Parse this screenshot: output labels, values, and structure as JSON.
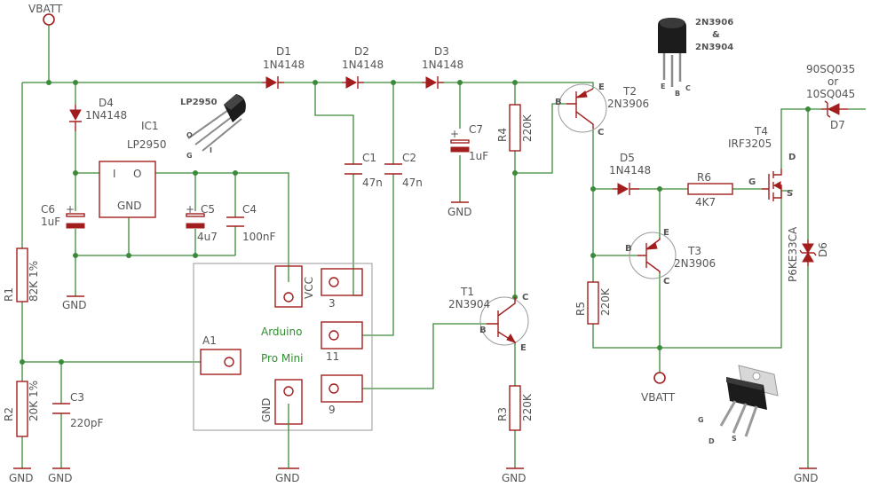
{
  "power": {
    "vbatt": "VBATT",
    "gnd": "GND"
  },
  "diodes": {
    "d1": {
      "ref": "D1",
      "val": "1N4148"
    },
    "d2": {
      "ref": "D2",
      "val": "1N4148"
    },
    "d3": {
      "ref": "D3",
      "val": "1N4148"
    },
    "d4": {
      "ref": "D4",
      "val": "1N4148"
    },
    "d5": {
      "ref": "D5",
      "val": "1N4148"
    },
    "d6": {
      "ref": "D6",
      "val": "P6KE33CA"
    },
    "d7": {
      "ref": "D7",
      "val1": "90SQ035",
      "val2": "or",
      "val3": "10SQ045"
    }
  },
  "ic1": {
    "ref": "IC1",
    "val": "LP2950",
    "pin_in": "I",
    "pin_out": "O",
    "pin_gnd": "GND"
  },
  "caps": {
    "c1": {
      "ref": "C1",
      "val": "47n"
    },
    "c2": {
      "ref": "C2",
      "val": "47n"
    },
    "c3": {
      "ref": "C3",
      "val": "220pF"
    },
    "c4": {
      "ref": "C4",
      "val": "100nF"
    },
    "c5": {
      "ref": "C5",
      "val": "4u7"
    },
    "c6": {
      "ref": "C6",
      "val": "1uF"
    },
    "c7": {
      "ref": "C7",
      "val": "1uF"
    }
  },
  "resistors": {
    "r1": {
      "ref": "R1",
      "val": "82K 1%"
    },
    "r2": {
      "ref": "R2",
      "val": "20K 1%"
    },
    "r3": {
      "ref": "R3",
      "val": "220K"
    },
    "r4": {
      "ref": "R4",
      "val": "220K"
    },
    "r5": {
      "ref": "R5",
      "val": "220K"
    },
    "r6": {
      "ref": "R6",
      "val": "4K7"
    }
  },
  "transistors": {
    "t1": {
      "ref": "T1",
      "val": "2N3904"
    },
    "t2": {
      "ref": "T2",
      "val": "2N3906"
    },
    "t3": {
      "ref": "T3",
      "val": "2N3906"
    },
    "t4": {
      "ref": "T4",
      "val": "IRF3205"
    },
    "pin_b": "B",
    "pin_c": "C",
    "pin_e": "E",
    "pin_g": "G",
    "pin_d": "D",
    "pin_s": "S"
  },
  "arduino": {
    "name": "Arduino",
    "name2": "Pro Mini",
    "pin_a1": "A1",
    "pin_vcc": "VCC",
    "pin_gnd": "GND",
    "pin_3": "3",
    "pin_11": "11",
    "pin_9": "9"
  },
  "packages": {
    "lp2950_label": "LP2950",
    "lp2950_o": "O",
    "lp2950_g": "G",
    "lp2950_i": "I",
    "to92_l1": "2N3906",
    "to92_l2": "&",
    "to92_l3": "2N3904",
    "to92_e": "E",
    "to92_b": "B",
    "to92_c": "C",
    "to220_g": "G",
    "to220_d": "D",
    "to220_s": "S"
  },
  "colors": {
    "wire": "#3a8a3a",
    "part": "#a21e1e",
    "text": "#555555",
    "label": "#2f8f2f"
  }
}
